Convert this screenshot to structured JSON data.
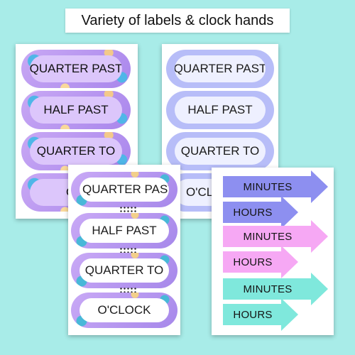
{
  "title": "Variety of labels & clock hands",
  "sheet_a": {
    "labels": [
      "QUARTER PAST",
      "HALF PAST",
      "QUARTER TO",
      "O'CLOCK"
    ]
  },
  "sheet_b": {
    "labels": [
      "QUARTER PAST",
      "HALF PAST",
      "QUARTER TO",
      "O'CLOCK"
    ]
  },
  "sheet_c": {
    "labels": [
      "QUARTER PAST",
      "HALF PAST",
      "QUARTER TO",
      "O'CLOCK"
    ]
  },
  "sheet_d": {
    "arrows": [
      {
        "text": "MINUTES",
        "kind": "minutes",
        "color": "#8d8ff0"
      },
      {
        "text": "HOURS",
        "kind": "hours",
        "color": "#8d8ff0"
      },
      {
        "text": "MINUTES",
        "kind": "minutes",
        "color": "#f6a8f4"
      },
      {
        "text": "HOURS",
        "kind": "hours",
        "color": "#f6a8f4"
      },
      {
        "text": "MINUTES",
        "kind": "minutes",
        "color": "#7fe8dc"
      },
      {
        "text": "HOURS",
        "kind": "hours",
        "color": "#7fe8dc"
      }
    ]
  }
}
